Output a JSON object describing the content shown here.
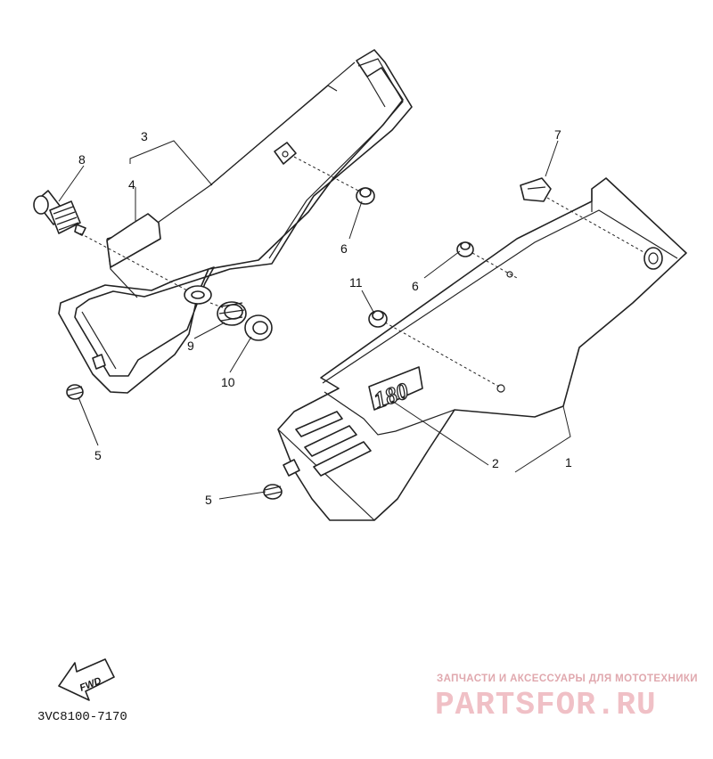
{
  "diagram": {
    "labels": [
      {
        "id": "1",
        "text": "1"
      },
      {
        "id": "2",
        "text": "2"
      },
      {
        "id": "3",
        "text": "3"
      },
      {
        "id": "4",
        "text": "4"
      },
      {
        "id": "5a",
        "text": "5"
      },
      {
        "id": "5b",
        "text": "5"
      },
      {
        "id": "6a",
        "text": "6"
      },
      {
        "id": "6b",
        "text": "6"
      },
      {
        "id": "7",
        "text": "7"
      },
      {
        "id": "8",
        "text": "8"
      },
      {
        "id": "9",
        "text": "9"
      },
      {
        "id": "10",
        "text": "10"
      },
      {
        "id": "11",
        "text": "11"
      }
    ],
    "emblem_text": "180",
    "fwd_text": "FWD",
    "part_code": "3VC8100-7170"
  },
  "watermark": {
    "tagline": "ЗАПЧАСТИ И АКСЕССУАРЫ ДЛЯ МОТОТЕХНИКИ",
    "brand": "PARTSFOR.RU",
    "color": "#e8a0a8"
  }
}
